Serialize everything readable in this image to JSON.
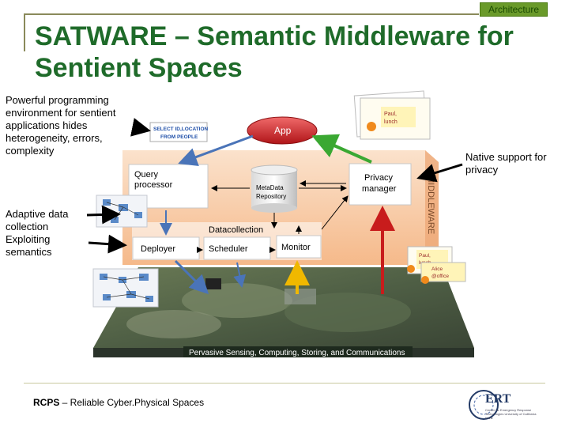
{
  "section_tag": "Architecture",
  "title": "SATWARE – Semantic Middleware for Sentient Spaces",
  "annotations": {
    "programming": "Powerful programming environment for sentient applications  hides heterogeneity, errors, complexity",
    "adaptive": "Adaptive data collection Exploiting semantics",
    "privacy": "Native support for privacy"
  },
  "diagram": {
    "app_label": "App",
    "query_line1": "SELECT ID,LOCATION",
    "query_line2": "FROM PEOPLE",
    "paul_lunch_top": [
      "Paul,",
      "lunch"
    ],
    "query_processor": [
      "Query",
      "processor"
    ],
    "metadata_repository": [
      "MetaData",
      "Repository"
    ],
    "privacy_manager": [
      "Privacy",
      "manager"
    ],
    "middleware_label": "MIDDLEWARE",
    "datacollection": "Datacollection",
    "deployer": "Deployer",
    "scheduler": "Scheduler",
    "monitor": "Monitor",
    "paul_lunch_bottom": [
      "Paul,",
      "lunch"
    ],
    "alice_office": [
      "Alice",
      "@office"
    ],
    "sensing_banner": "Pervasive Sensing, Computing, Storing, and Communications"
  },
  "footer": {
    "rcps": "RCPS",
    "rcps_full": " – Reliable Cyber.Physical Spaces"
  },
  "logo": {
    "acronym": "ERT",
    "subtitle": "Center for Emergency Response Technologies University of California Irvine"
  },
  "colors": {
    "title_green": "#1f6b2a",
    "middleware_fill": "#f7c9a2",
    "app_red": "#d8262a",
    "arrow_green": "#3aa832",
    "arrow_red": "#c81c1c",
    "arrow_yellow": "#f0b800",
    "arrow_blue": "#4a74b8"
  }
}
